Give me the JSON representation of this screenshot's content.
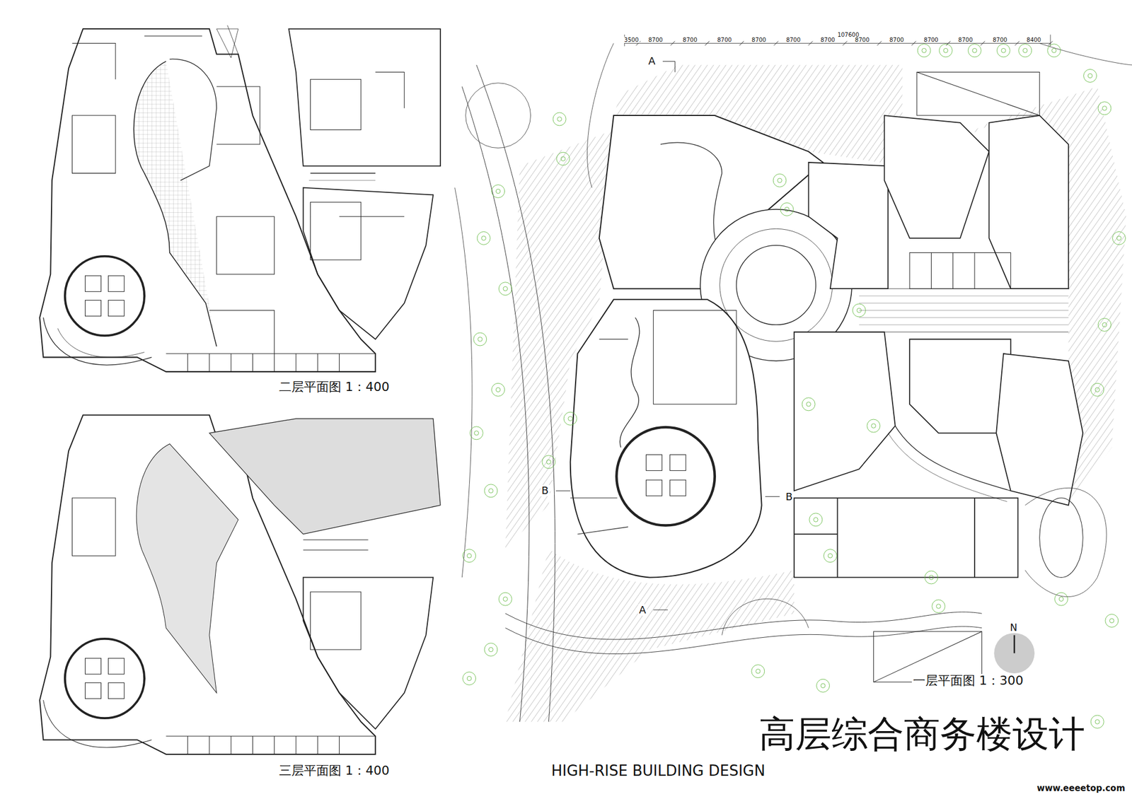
{
  "diagram": {
    "title": "高层综合商务楼设计",
    "caption": "HIGH-RISE BUILDING DESIGN",
    "labels": [
      "二层平面图 1：400",
      "三层平面图 1：400",
      "一层平面图 1：300",
      "107600",
      "3500",
      "8700",
      "8700",
      "8700",
      "8700",
      "8700",
      "8700",
      "8700",
      "8700",
      "8700",
      "8700",
      "8700",
      "8400",
      "A",
      "A",
      "B",
      "B",
      "N",
      "www.eeeetop.com"
    ]
  }
}
